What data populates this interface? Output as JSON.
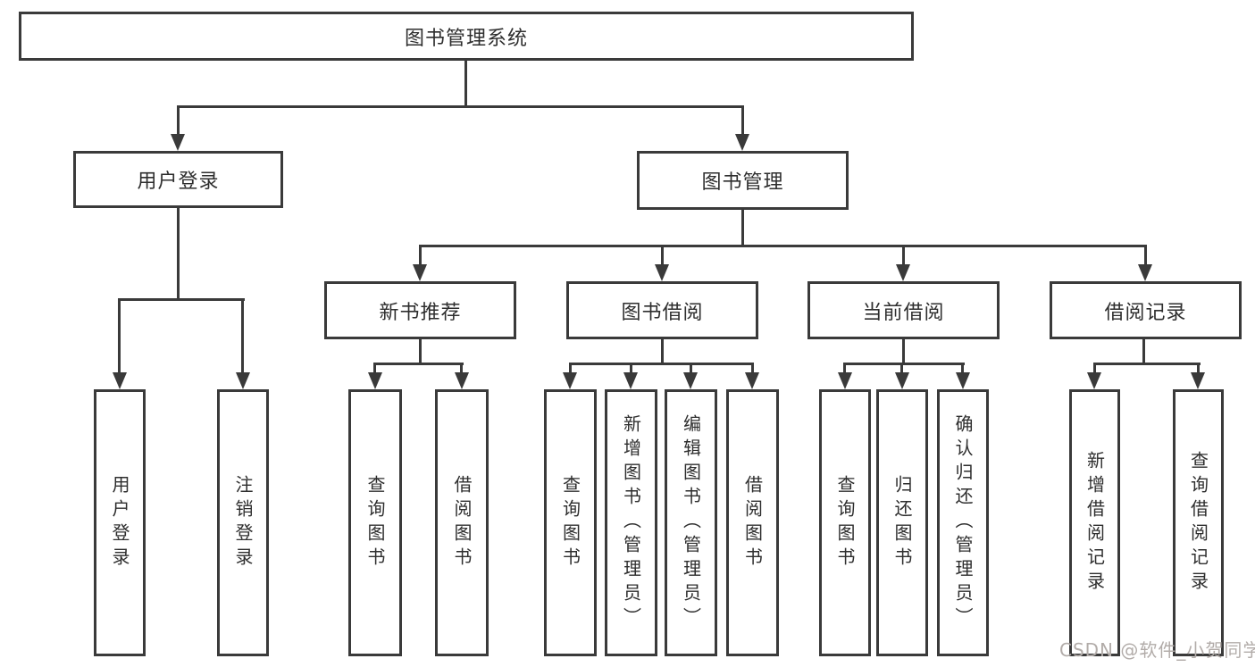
{
  "colors": {
    "line": "#3a3a3a",
    "text": "#2e2e2e",
    "background": "#ffffff",
    "watermark": "#b2aca9"
  },
  "tree": {
    "root": {
      "label": "图书管理系统"
    },
    "branches": [
      {
        "label": "用户登录",
        "children": [
          {
            "label": "用户登录"
          },
          {
            "label": "注销登录"
          }
        ]
      },
      {
        "label": "图书管理",
        "children": [
          {
            "label": "新书推荐",
            "children": [
              {
                "label": "查询图书"
              },
              {
                "label": "借阅图书"
              }
            ]
          },
          {
            "label": "图书借阅",
            "children": [
              {
                "label": "查询图书"
              },
              {
                "label": "新增图书（管理员）"
              },
              {
                "label": "编辑图书（管理员）"
              },
              {
                "label": "借阅图书"
              }
            ]
          },
          {
            "label": "当前借阅",
            "children": [
              {
                "label": "查询图书"
              },
              {
                "label": "归还图书"
              },
              {
                "label": "确认归还（管理员）"
              }
            ]
          },
          {
            "label": "借阅记录",
            "children": [
              {
                "label": "新增借阅记录"
              },
              {
                "label": "查询借阅记录"
              }
            ]
          }
        ]
      }
    ]
  },
  "watermark": {
    "text": "CSDN @软件_小贺同学"
  }
}
